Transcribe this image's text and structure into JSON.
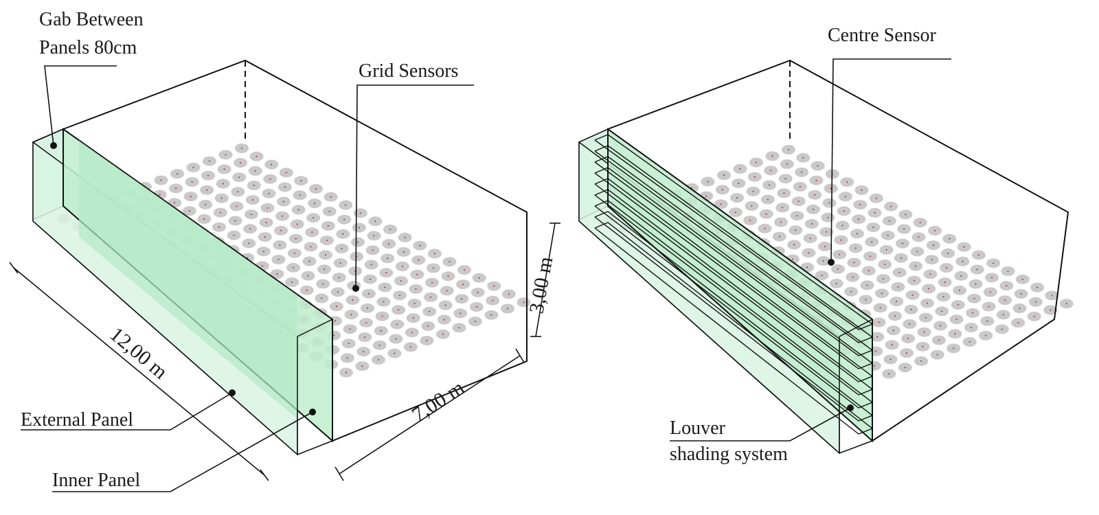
{
  "left_model": {
    "labels": {
      "gap_line1": "Gab Between",
      "gap_line2": "Panels 80cm",
      "grid_sensors": "Grid Sensors",
      "external_panel": "External Panel",
      "inner_panel": "Inner Panel"
    },
    "dimensions": {
      "length": "12,00 m",
      "width": "7,00 m",
      "height": "3,00 m"
    }
  },
  "right_model": {
    "labels": {
      "centre_sensor": "Centre Sensor",
      "louver_line1": "Louver",
      "louver_line2": "shading system"
    }
  },
  "colors": {
    "glass_light": "#d8f3e3",
    "glass_mid": "#bfeccd",
    "sensor": "#c9c9c9",
    "sensor_dot": "#b02020",
    "line": "#111111"
  }
}
